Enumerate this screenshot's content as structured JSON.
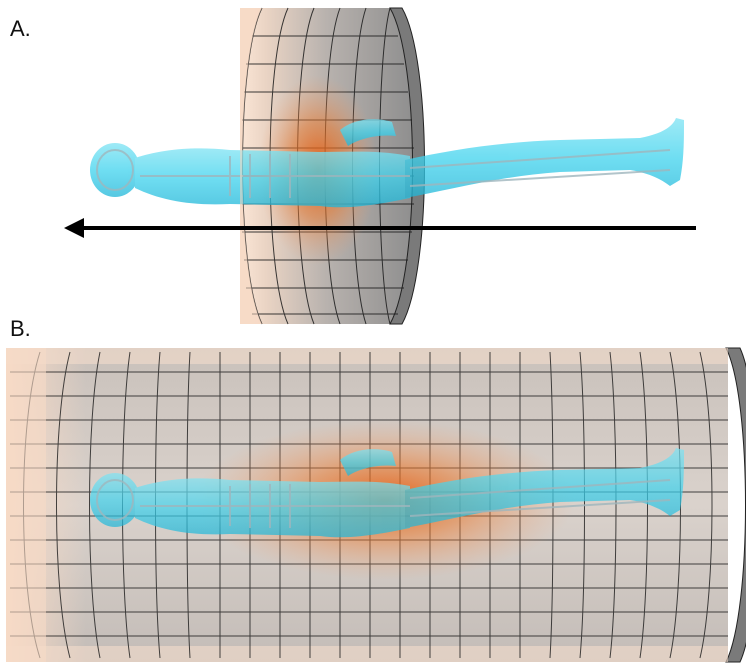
{
  "panels": [
    {
      "id": "A",
      "label": "A."
    },
    {
      "id": "B",
      "label": "B."
    }
  ],
  "colors": {
    "scanner_rim": "#f6d9c4",
    "grid_line": "#1a1a1a",
    "body": "#3fd3ee",
    "hotspot": "#e25a10",
    "arrow": "#000000"
  },
  "icons": {
    "arrow": "left-arrow-icon"
  }
}
